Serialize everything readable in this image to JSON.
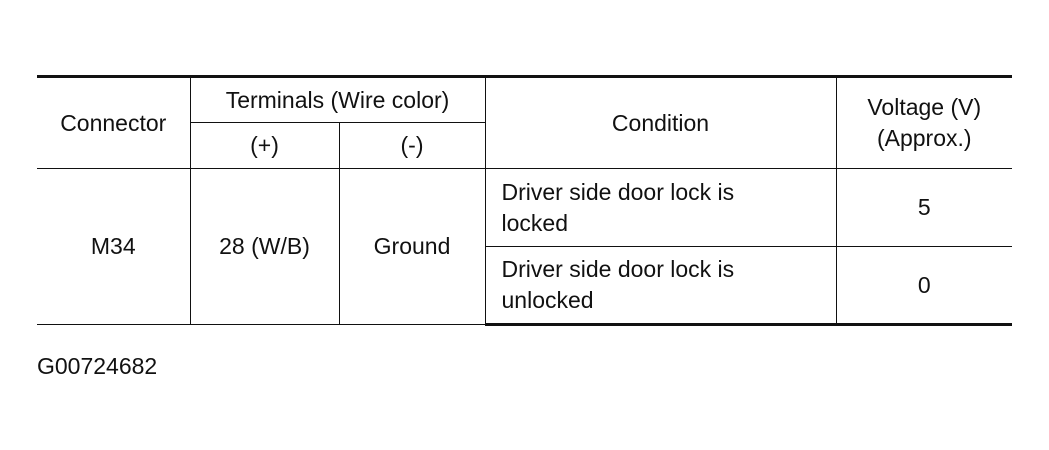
{
  "table": {
    "headers": {
      "connector": "Connector",
      "terminals": "Terminals (Wire color)",
      "plus": "(+)",
      "minus": "(-)",
      "condition": "Condition",
      "voltage_line1": "Voltage (V)",
      "voltage_line2": "(Approx.)"
    },
    "rows": [
      {
        "connector": "M34",
        "plus": "28 (W/B)",
        "minus": "Ground",
        "condition_line1": "Driver side door lock is",
        "condition_line2": "locked",
        "voltage": "5"
      },
      {
        "condition_line1": "Driver side door lock is",
        "condition_line2": "unlocked",
        "voltage": "0"
      }
    ]
  },
  "figure_id": "G00724682"
}
